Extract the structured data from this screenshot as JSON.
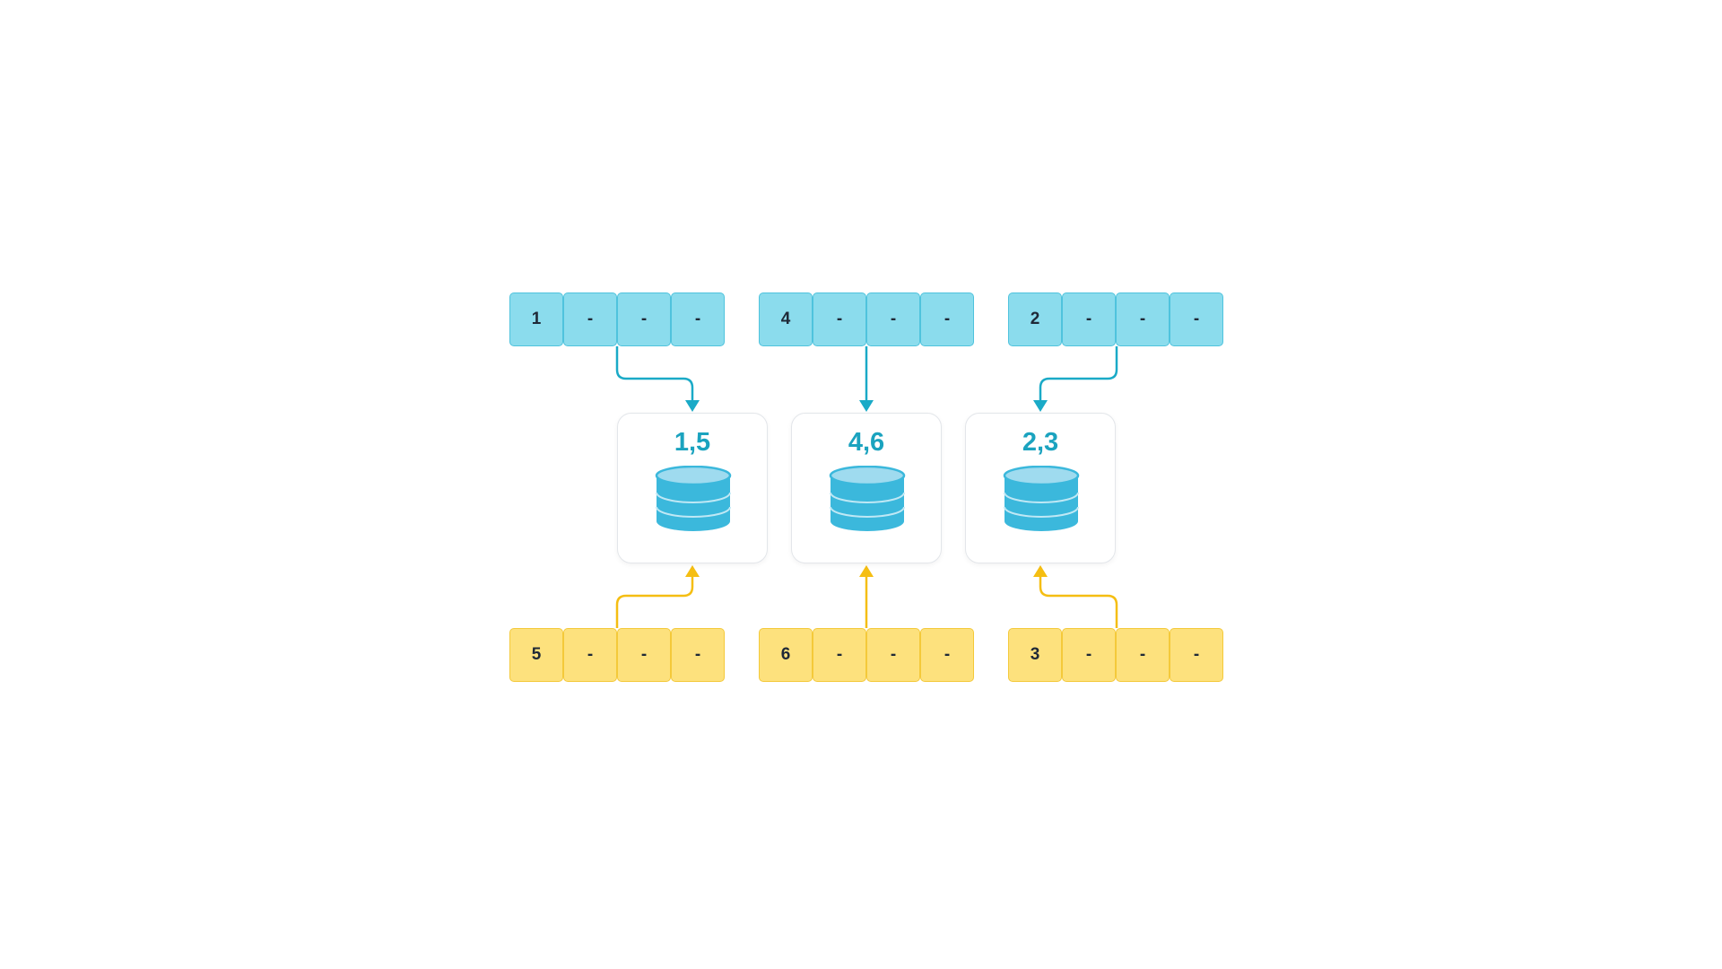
{
  "colors": {
    "blue_fill": "#8bdced",
    "blue_border": "#4fc3dd",
    "blue_arrow": "#1aaac7",
    "yellow_fill": "#fde17d",
    "yellow_border": "#f4c93a",
    "yellow_arrow": "#f5be12",
    "node_label": "#1ba3bf",
    "db_fill": "#3bb8dc",
    "db_top": "#9fdbef"
  },
  "top_rows": [
    {
      "cells": [
        "1",
        "-",
        "-",
        "-"
      ]
    },
    {
      "cells": [
        "4",
        "-",
        "-",
        "-"
      ]
    },
    {
      "cells": [
        "2",
        "-",
        "-",
        "-"
      ]
    }
  ],
  "nodes": [
    {
      "label": "1,5",
      "icon": "database-icon"
    },
    {
      "label": "4,6",
      "icon": "database-icon"
    },
    {
      "label": "2,3",
      "icon": "database-icon"
    }
  ],
  "bottom_rows": [
    {
      "cells": [
        "5",
        "-",
        "-",
        "-"
      ]
    },
    {
      "cells": [
        "6",
        "-",
        "-",
        "-"
      ]
    },
    {
      "cells": [
        "3",
        "-",
        "-",
        "-"
      ]
    }
  ]
}
